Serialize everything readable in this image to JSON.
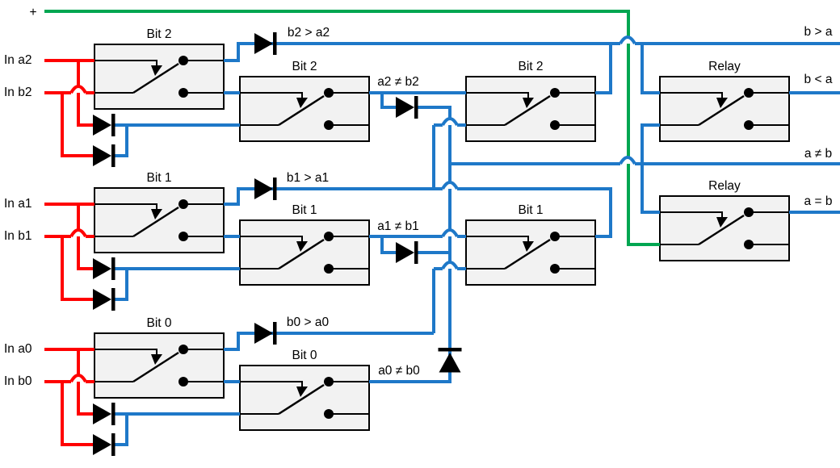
{
  "diagram": {
    "power_label": "+",
    "inputs": [
      "In a2",
      "In b2",
      "In a1",
      "In b1",
      "In a0",
      "In b0"
    ],
    "boxes": [
      "Bit 2",
      "Bit 2",
      "Bit 2",
      "Relay",
      "Bit 1",
      "Bit 1",
      "Bit 1",
      "Relay",
      "Bit 0",
      "Bit 0"
    ],
    "signals": {
      "b2_gt_a2": "b2 > a2",
      "a2_ne_b2": "a2 ≠ b2",
      "b1_gt_a1": "b1 > a1",
      "a1_ne_b1": "a1 ≠ b1",
      "b0_gt_a0": "b0 > a0",
      "a0_ne_b0": "a0 ≠ b0"
    },
    "outputs": [
      "b > a",
      "b < a",
      "a ≠ b",
      "a = b"
    ],
    "colors": {
      "power": "#00A651",
      "input": "#FF0000",
      "signal": "#1E78C8",
      "component": "#000000",
      "box_fill": "#F2F2F2"
    }
  }
}
